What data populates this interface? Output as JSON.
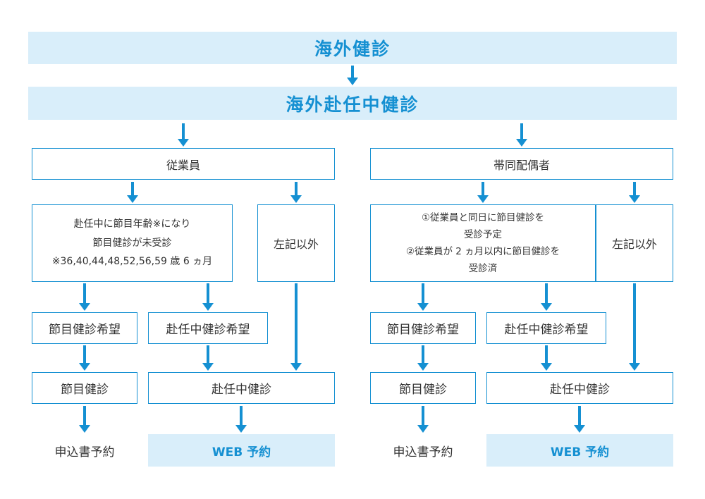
{
  "colors": {
    "accent": "#1590d2",
    "light_bg": "#d9eefa",
    "text_dark": "#333333"
  },
  "banners": {
    "top": "海外健診",
    "second": "海外赴任中健診"
  },
  "employee": {
    "header": "従業員",
    "condition_lines": [
      "赴任中に節目年齢※になり",
      "節目健診が未受診",
      "※36,40,44,48,52,56,59 歳 6 ヵ月"
    ],
    "other": "左記以外",
    "wish_milestone": "節目健診希望",
    "wish_assignment": "赴任中健診希望",
    "milestone_exam": "節目健診",
    "assignment_exam": "赴任中健診",
    "form_booking": "申込書予約",
    "web_booking": "WEB 予約"
  },
  "spouse": {
    "header": "帯同配偶者",
    "condition_lines": [
      "①従業員と同日に節目健診を",
      "受診予定",
      "②従業員が 2 ヵ月以内に節目健診を",
      "受診済"
    ],
    "other": "左記以外",
    "wish_milestone": "節目健診希望",
    "wish_assignment": "赴任中健診希望",
    "milestone_exam": "節目健診",
    "assignment_exam": "赴任中健診",
    "form_booking": "申込書予約",
    "web_booking": "WEB 予約"
  }
}
